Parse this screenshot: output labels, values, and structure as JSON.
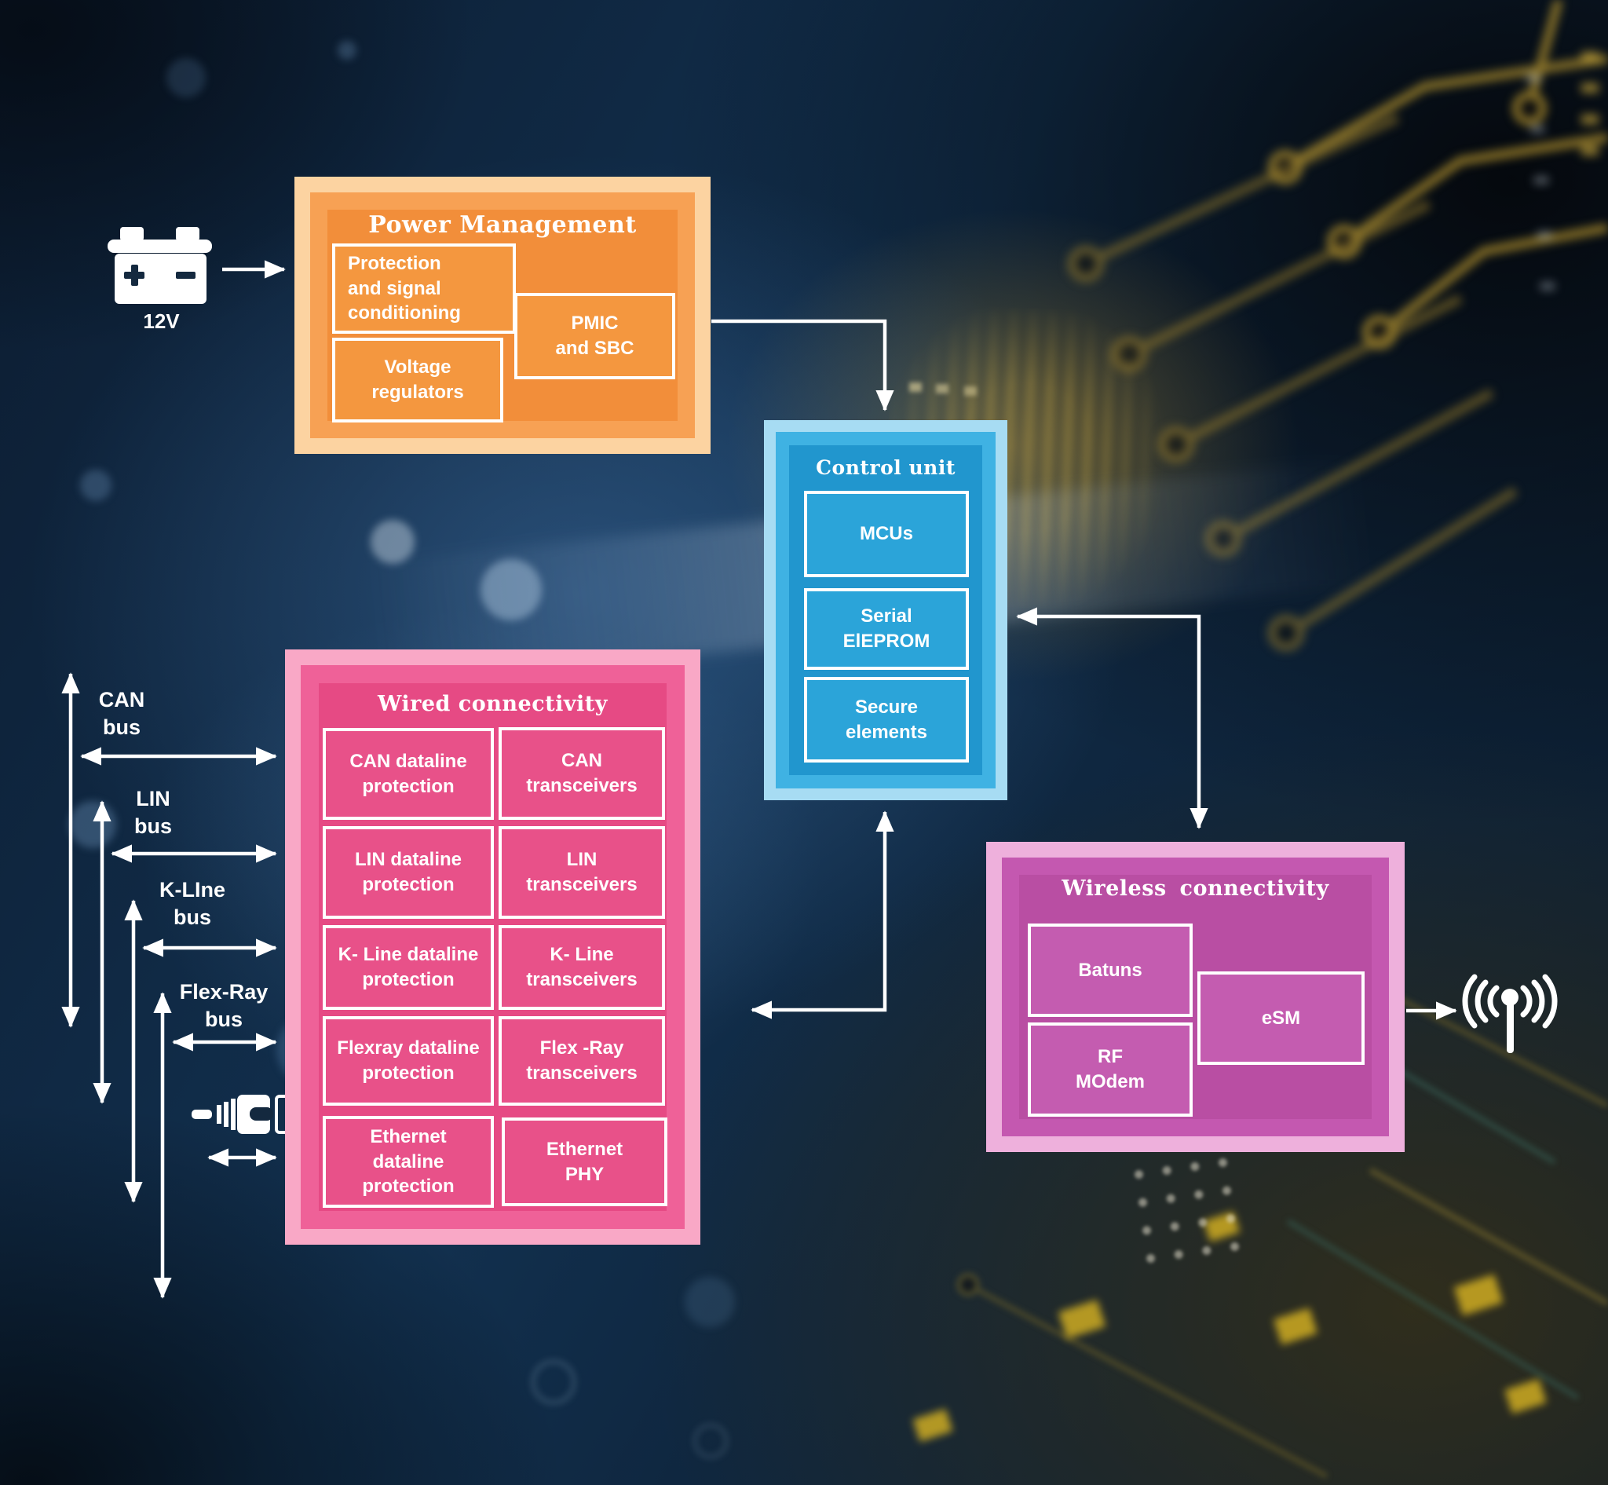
{
  "battery": {
    "label": "12V"
  },
  "power": {
    "title": "Power Management",
    "protection": "Protection\nand signal\nconditioning",
    "voltage": "Voltage\nregulators",
    "pmic": "PMIC\nand SBC"
  },
  "control": {
    "title": "Control unit",
    "mcus": "MCUs",
    "eeprom": "Serial\nElEPROM",
    "secure": "Secure\nelements"
  },
  "wired": {
    "title": "Wired connectivity",
    "cells": [
      "CAN dataline\nprotection",
      "CAN\ntransceivers",
      "LIN dataline\nprotection",
      "LIN\ntransceivers",
      "K- Line dataline\nprotection",
      "K- Line\ntransceivers",
      "Flexray dataline\nprotection",
      "Flex -Ray\ntransceivers",
      "Ethernet\ndataline\nprotection",
      "Ethernet\nPHY"
    ]
  },
  "wireless": {
    "title": "Wireless connectivity",
    "batuns": "Batuns",
    "rf": "RF\nMOdem",
    "esm": "eSM"
  },
  "buses": {
    "can": "CAN\nbus",
    "lin": "LIN\nbus",
    "kline": "K-LIne\nbus",
    "flexray": "Flex-Ray\nbus"
  },
  "icons": {
    "battery": "battery-icon",
    "ethernet_connector": "ethernet-connector-icon",
    "antenna": "antenna-icon"
  },
  "colors": {
    "power_frame": "#fcd3a1",
    "power_fill": "#f28e3a",
    "control_frame": "#a7dcf3",
    "control_fill": "#2196ce",
    "wired_frame": "#f9a8c6",
    "wired_fill": "#e64a84",
    "wireless_frame": "#eeb0dc",
    "wireless_fill": "#b94ea3",
    "arrow": "#ffffff",
    "background": "#0c1c30"
  }
}
